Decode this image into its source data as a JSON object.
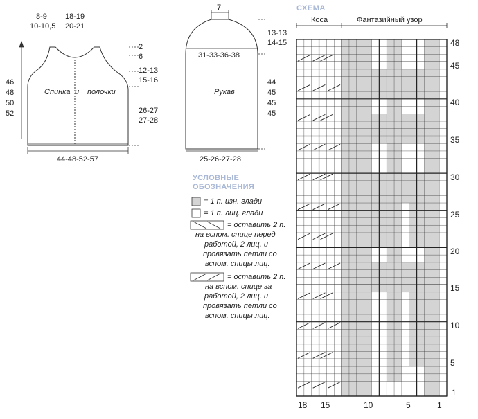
{
  "back": {
    "top_left_1": "8-9",
    "top_left_2": "10-10,5",
    "top_right_1": "18-19",
    "top_right_2": "20-21",
    "height": [
      "46",
      "48",
      "50",
      "52"
    ],
    "label_a": "Спинка",
    "label_and": "и",
    "label_b": "полочки",
    "r1": "2",
    "r2": "6",
    "r3": "12-13",
    "r4": "15-16",
    "r5": "26-27",
    "r6": "27-28",
    "bottom": "44-48-52-57"
  },
  "sleeve": {
    "top": "7",
    "width": "31-33-36-38",
    "label": "Рукав",
    "r1": "13-13",
    "r2": "14-15",
    "length": [
      "44",
      "45",
      "45",
      "45"
    ],
    "bottom": "25-26-27-28"
  },
  "legend": {
    "title_1": "УСЛОВНЫЕ",
    "title_2": "ОБОЗНАЧЕНИЯ",
    "purl": "= 1 п. изн. глади",
    "knit": "= 1 п. лиц. глади",
    "cross_front": [
      "= оставить 2 п.",
      "на вспом. спице перед",
      "работой, 2 лиц. и",
      "провязать петли со",
      "вспом. спицы лиц."
    ],
    "cross_back": [
      "= оставить 2 п.",
      "на вспом. спице за",
      "работой, 2 лиц. и",
      "провязать петли со",
      "вспом. спицы лиц."
    ]
  },
  "chart": {
    "title": "СХЕМА",
    "section_left": "Коса",
    "section_right": "Фантазийный узор",
    "row_labels": [
      "48",
      "45",
      "40",
      "35",
      "30",
      "25",
      "20",
      "15",
      "10",
      "5",
      "1"
    ],
    "col_labels": [
      "18",
      "15",
      "10",
      "5",
      "1"
    ],
    "purl_color": "#d4d4d4",
    "grid_color": "#222222"
  }
}
